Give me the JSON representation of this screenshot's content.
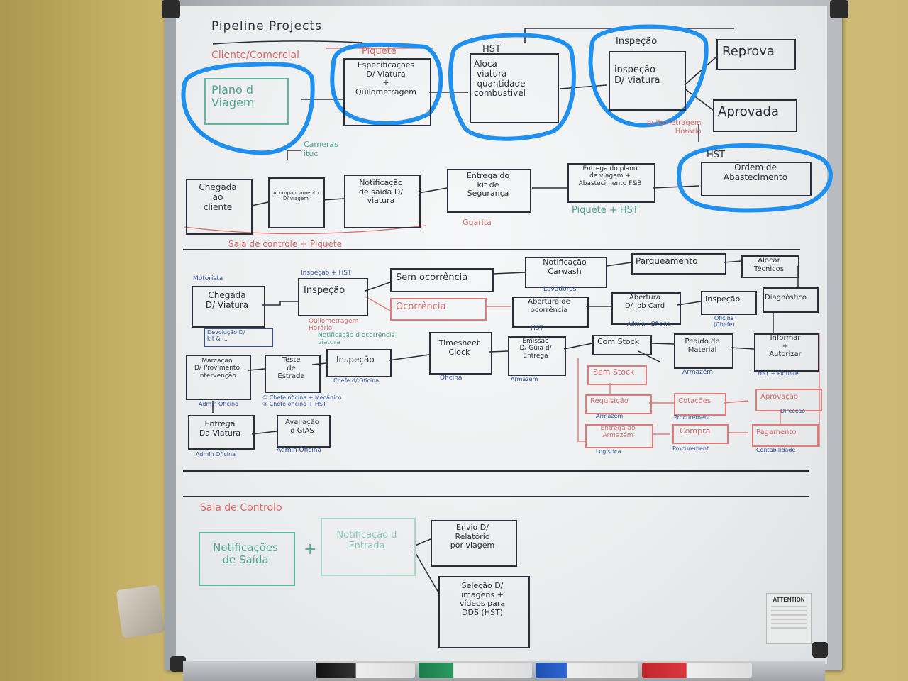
{
  "title": "Pipeline Projects",
  "section1": {
    "top_left_note": "Cliente/Comercial",
    "top_header_piquete": "Piquete",
    "top_header_hst": "HST",
    "top_header_inspecao": "Inspeção",
    "plano_viagem": "Plano d\nViagem",
    "especificacoes": "Especificações\nD/ Viatura\n+\nQuilometragem",
    "aloca": "Aloca\n-viatura\n-quantidade\n combustível",
    "inspecao": "inspeção\nD/ viatura",
    "reprova": "Reprova",
    "aprovada": "Aprovada",
    "quilometragem_horario": "quilometragem\nHorário",
    "cameras_ituc": "Cameras\nituc",
    "hst2": "HST",
    "ordem_abastecimento": "Ordem de\nAbastecimento",
    "entrega_plano": "Entrega do plano\nde viagem +\nAbastecimento F&B",
    "piquete_hst": "Piquete + HST",
    "entrega_kit": "Entrega do\nkit de\nSegurança",
    "guarita": "Guarita",
    "notificacao_saida": "Notificação\nde saída D/\nviatura",
    "acompanhamento": "Acompanhamento\nD/ viagem",
    "chegada_cliente": "Chegada\nao\ncliente",
    "sala_piquete": "Sala de controle + Piquete"
  },
  "section2": {
    "motorista": "Motorista",
    "chegada_viatura": "Chegada\nD/ Viatura",
    "devolucao_kit": "Devolução D/\nkit & ...",
    "inspecao_hst_head": "Inspeção + HST",
    "inspecao": "Inspeção",
    "quilometragem_horario": "Quilometragem\nHorário",
    "notificacao_ocorrencia": "Notificação d ocorrência\nviatura",
    "sem_ocorrencia": "Sem ocorrência",
    "ocorrencia": "Ocorrência",
    "notificacao_carwash": "Notificação\nCarwash",
    "lavadores": "Lavadores",
    "parqueamento": "Parqueamento",
    "abertura_ocorrencia": "Abertura de\nocorrência",
    "hst": "HST",
    "abertura_job_card": "Abertura\nD/ Job Card",
    "admin_oficina": "Admin - Oficina",
    "inspecao2": "Inspeção",
    "oficina_chefe": "Oficina\n(Chefe)",
    "alocar_tecnicos": "Alocar\nTécnicos",
    "diagnostico": "Diagnóstico",
    "informar_autorizar": "Informar\n+\nAutorizar",
    "hst_piquete": "HST + Piquete",
    "pedido_material": "Pedido de\nMaterial",
    "armazem": "Armazém",
    "com_stock": "Com Stock",
    "sem_stock": "Sem Stock",
    "requisicao": "Requisição",
    "armazem2": "Armazém",
    "cotacoes": "Cotações",
    "procurement": "Procurement",
    "aprovacao": "Aprovação",
    "direcao": "Direcção",
    "entrega_armazem": "Entrega ao\nArmazém",
    "logistica": "Logística",
    "compra": "Compra",
    "procurement2": "Procurement",
    "pagamento": "Pagamento",
    "contabilidade": "Contabilidade",
    "emissao_guia": "Emissão\nD/ Guia d/\nEntrega",
    "armazem3": "Armazém",
    "timesheet": "Timesheet\nClock",
    "oficina": "Oficina",
    "inspecao3": "Inspeção",
    "chefe_oficina": "Chefe d/ Oficina",
    "teste_estrada": "Teste\nde\nEstrada",
    "teste_notes": "① Chefe oficina + Mecânico\n② Chefe oficina + HST",
    "marcacao": "Marcação\nD/ Provimento\nIntervenção",
    "admin_oficina2": "Admin Oficina",
    "entrega_viatura": "Entrega\nDa Viatura",
    "admin_oficina3": "Admin Oficina",
    "avaliacao": "Avaliação\nd GIAS",
    "admin_oficina4": "Admin Oficina"
  },
  "section3": {
    "sala_controlo": "Sala de Controlo",
    "notificacoes_saida": "Notificações\nde Saída",
    "plus": "+",
    "notificacao_entrada": "Notificação d\nEntrada",
    "envio_relatorio": "Envio D/\nRelatório\npor viagem",
    "selecao_imagens": "Seleção D/\nimagens +\nvídeos para\nDDS (HST)"
  },
  "attention_sign": "ATTENTION",
  "colors": {
    "wall": "#d2bf78",
    "board": "#eef0f1",
    "ink_black": "#2a2d3a",
    "ink_red": "#d96a6a",
    "ink_green": "#4fa593",
    "ink_blue_label": "#2c4f9e",
    "highlight_blue": "#1f8ff0",
    "frame": "#b9bdc1"
  }
}
